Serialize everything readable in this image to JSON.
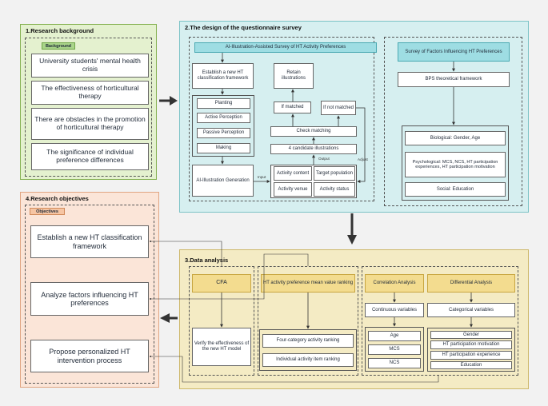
{
  "section1": {
    "title": "1.Research background",
    "tag": "Background",
    "items": [
      "University students' mental health crisis",
      "The effectiveness of horticultural therapy",
      "There are obstacles in the promotion of horticultural therapy",
      "The significance of individual preference differences"
    ]
  },
  "section2": {
    "title": "2.The design of the questionnaire survey",
    "left": {
      "header": "AI-Illustration-Assisted Survey of HT Activity Preferences",
      "establish": "Establish a new HT classification framework",
      "categories": [
        "Planting",
        "Active Perception",
        "Passive Perception",
        "Making"
      ],
      "ai_gen": "AI-Illustration Generation",
      "input_label": "Input",
      "grid": [
        "Activity content",
        "Target population",
        "Activity venue",
        "Activity status"
      ],
      "output_label": "Output",
      "candidates": "4 candidate illustrations",
      "check": "Check matching",
      "if_matched": "If matched",
      "if_not_matched": "If not matched",
      "retain": "Retain illustrations",
      "adjust_label": "Adjust"
    },
    "right": {
      "header": "Survey of Factors Influencing HT Preferences",
      "bps": "BPS theoretical framework",
      "biological": "Biological: Gender, Age",
      "psychological": "Psychological: MCS, NCS, HT participation experiences, HT participation motivation",
      "social": "Social:  Education"
    }
  },
  "section3": {
    "title": "3.Data analysis",
    "cfa": "CFA",
    "verify": "Verify the effectiveness of the new HT model",
    "ranking_header": "HT activity preference mean value ranking",
    "four_cat": "Four-category activity ranking",
    "indiv": "Individual activity item ranking",
    "correlation": "Correlation Analysis",
    "continuous": "Continuous variables",
    "cont_vars": [
      "Age",
      "MCS",
      "NCS"
    ],
    "differential": "Differential Analysis",
    "categorical": "Categorical variables",
    "cat_vars": [
      "Gender",
      "HT participation motivation",
      "HT participation experience",
      "Education"
    ]
  },
  "section4": {
    "title": "4.Research objectives",
    "tag": "Objectives",
    "items": [
      "Establish a new HT classification framework",
      "Analyze factors influencing HT preferences",
      "Propose personalized HT intervention process"
    ]
  }
}
